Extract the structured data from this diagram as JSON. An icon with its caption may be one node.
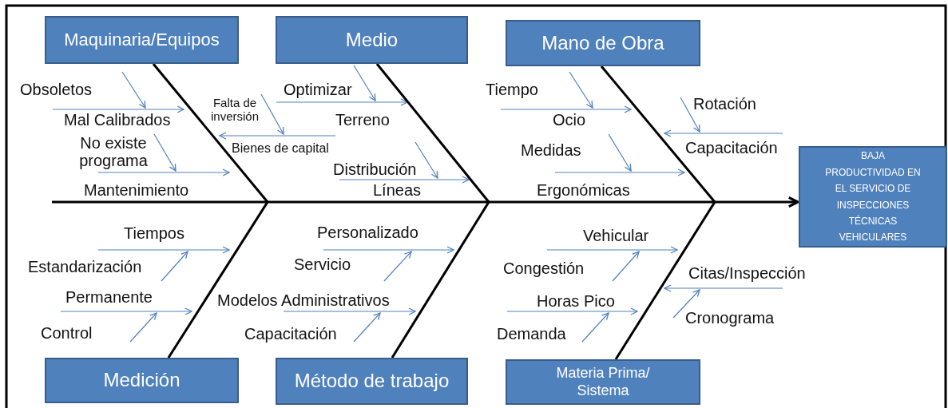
{
  "diagram": {
    "nodes": [
      {
        "text": [
          "Maquinaria/Equipos"
        ]
      },
      {
        "text": [
          "Medio"
        ]
      },
      {
        "text": [
          "Mano de Obra"
        ]
      },
      {
        "text": [
          "BAJA PRODUCTIVIDAD EN EL SERVICIO DE INSPECCIONES TÉCNICAS VEHICULARES"
        ]
      },
      {
        "text": [
          "Medición"
        ]
      },
      {
        "text": [
          "Método de trabajo"
        ]
      },
      {
        "text": [
          "Materia Prima/ Sistema"
        ]
      }
    ],
    "edges": [
      {
        "from": 0,
        "to": null,
        "arrow": "none"
      },
      {
        "from": 1,
        "to": null,
        "arrow": "none"
      },
      {
        "from": 2,
        "to": null,
        "arrow": "none"
      },
      {
        "from": 4,
        "to": null,
        "arrow": "none"
      },
      {
        "from": 5,
        "to": null,
        "arrow": "none"
      },
      {
        "from": 6,
        "to": null,
        "arrow": "none"
      },
      {
        "from": null,
        "to": 3,
        "arrow": "to"
      }
    ],
    "labels": [
      "Obsoletos",
      "Mal Calibrados",
      "No existe programa",
      "Mantenimiento",
      "Falta de inversión",
      "Bienes de capital",
      "Optimizar",
      "Terreno",
      "Distribución",
      "Líneas",
      "Tiempo",
      "Ocio",
      "Medidas",
      "Ergonómicas",
      "Rotación",
      "Capacitación",
      "Tiempos",
      "Estandarización",
      "Permanente",
      "Control",
      "Personalizado",
      "Servicio",
      "Modelos Administrativos",
      "Capacitación",
      "Vehicular",
      "Congestión",
      "Horas Pico",
      "Demanda",
      "Citas/Inspección",
      "Cronograma"
    ]
  }
}
